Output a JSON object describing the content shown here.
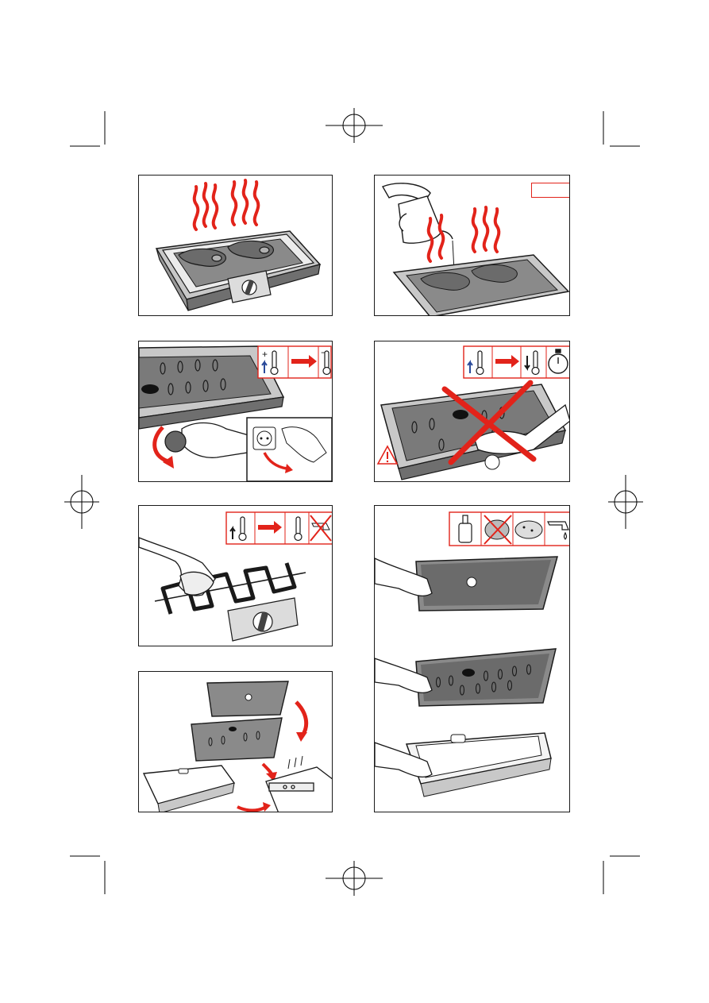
{
  "page": {
    "title": "",
    "colors": {
      "outline": "#1a1a1a",
      "accent_red": "#e2231a",
      "grill_dark": "#7a7a7a",
      "grill_light": "#c8c8c8",
      "heat_icon_blue": "#2a4a9a"
    }
  },
  "panels": [
    {
      "id": "grill-hot",
      "icons": [
        "heat-waves-icon",
        "grill-icon",
        "steak-icon",
        "thermostat-dial-icon"
      ]
    },
    {
      "id": "pour-water",
      "icons": [
        "jug-icon",
        "heat-waves-icon",
        "grill-icon"
      ],
      "tag_text": ""
    },
    {
      "id": "unplug-cool",
      "icons": [
        "thermometer-hot-icon",
        "arrow-right-icon",
        "thermometer-cold-icon",
        "wall-socket-icon",
        "hand-icon"
      ]
    },
    {
      "id": "no-touch-hot",
      "icons": [
        "thermometer-hot-icon",
        "arrow-right-icon",
        "thermometer-cold-icon",
        "stopwatch-icon",
        "warning-icon",
        "cross-icon"
      ]
    },
    {
      "id": "wipe-element",
      "icons": [
        "thermometer-hot-icon",
        "arrow-right-icon",
        "thermometer-cold-icon",
        "no-water-tap-icon",
        "heating-element-icon"
      ]
    },
    {
      "id": "wash-parts",
      "icons": [
        "detergent-icon",
        "no-scourer-icon",
        "sponge-icon",
        "water-tap-icon"
      ]
    },
    {
      "id": "dishwasher",
      "icons": [
        "drip-plate-icon",
        "grill-plate-icon",
        "tray-icon",
        "dishwasher-icon"
      ]
    }
  ]
}
